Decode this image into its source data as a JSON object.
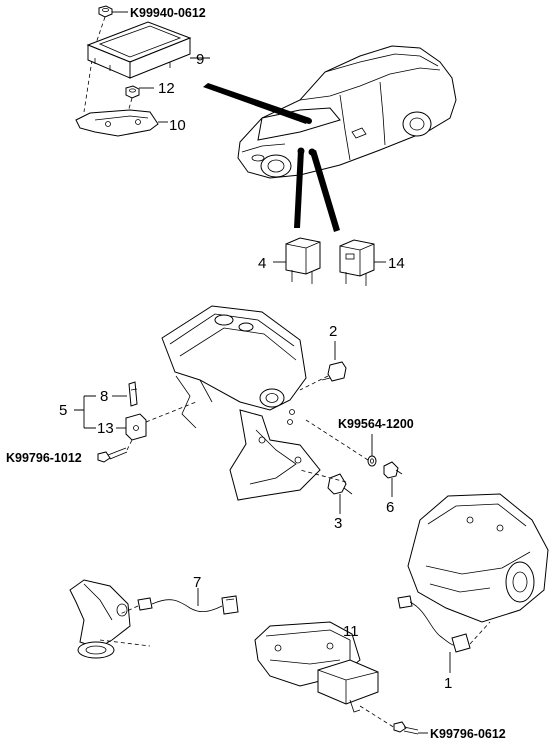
{
  "callouts": {
    "p1": "1",
    "p2": "2",
    "p3": "3",
    "p4": "4",
    "p5": "5",
    "p6": "6",
    "p7": "7",
    "p8": "8",
    "p9": "9",
    "p10": "10",
    "p11": "11",
    "p12": "12",
    "p13": "13",
    "p14": "14"
  },
  "part_codes": {
    "nut_top": "K99940-0612",
    "washer_mid": "K99564-1200",
    "bolt_left": "K99796-1012",
    "bolt_bottom": "K99796-0612"
  }
}
